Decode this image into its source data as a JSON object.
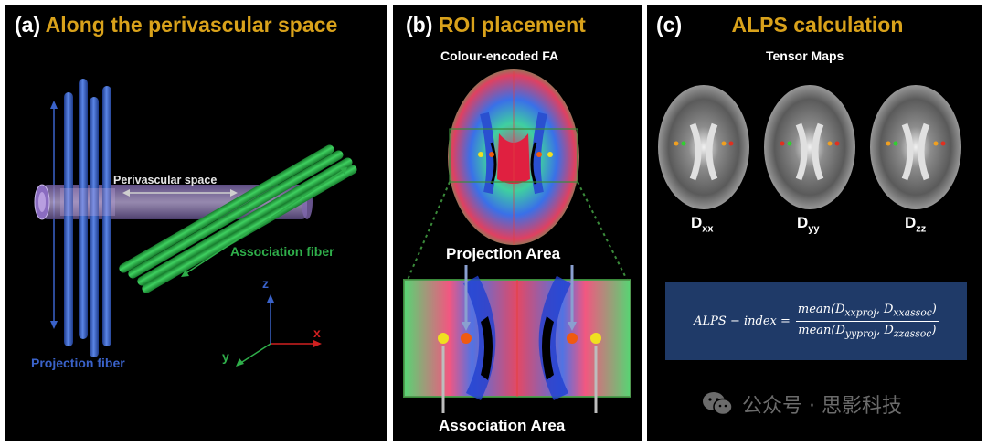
{
  "panel_a": {
    "letter": "(a)",
    "title": "Along the perivascular space",
    "labels": {
      "perivascular": "Perivascular space",
      "association": "Association fiber",
      "projection": "Projection fiber",
      "axis_x": "x",
      "axis_y": "y",
      "axis_z": "z"
    }
  },
  "panel_b": {
    "letter": "(b)",
    "title": "ROI placement",
    "subtitle": "Colour-encoded FA",
    "projection_area": "Projection Area",
    "association_area": "Association Area"
  },
  "panel_c": {
    "letter": "(c)",
    "title": "ALPS calculation",
    "subtitle": "Tensor Maps",
    "maps": [
      {
        "base": "D",
        "sub": "xx"
      },
      {
        "base": "D",
        "sub": "yy"
      },
      {
        "base": "D",
        "sub": "zz"
      }
    ],
    "formula": {
      "lhs": "ALPS − index =",
      "numerator": "mean(D",
      "num_sub1": "xxproj",
      "num_mid": ", D",
      "num_sub2": "xxassoc",
      "num_end": ")",
      "denominator": "mean(D",
      "den_sub1": "yyproj",
      "den_mid": ", D",
      "den_sub2": "zzassoc",
      "den_end": ")"
    },
    "watermark": "公众号 · 思影科技"
  },
  "colors": {
    "title": "#d9a21b",
    "projection_fiber": "#3a62c9",
    "association_fiber": "#2fae4a",
    "perivascular": "#9b7fc4",
    "formula_bg": "#1f3a68",
    "roi_yellow": "#f0e020",
    "roi_orange": "#f05a10",
    "roi_green": "#30d030",
    "roi_red": "#e03020"
  }
}
